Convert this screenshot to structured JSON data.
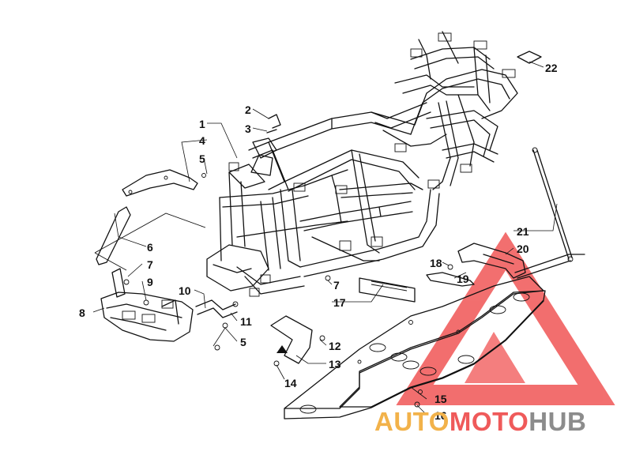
{
  "callouts": {
    "c1": "1",
    "c2": "2",
    "c3": "3",
    "c4": "4",
    "c5a": "5",
    "c5b": "5",
    "c6": "6",
    "c7a": "7",
    "c7b": "7",
    "c8": "8",
    "c9": "9",
    "c10": "10",
    "c11": "11",
    "c12": "12",
    "c13": "13",
    "c14": "14",
    "c15": "15",
    "c16": "16",
    "c17": "17",
    "c18": "18",
    "c19": "19",
    "c20": "20",
    "c21": "21",
    "c22": "22"
  },
  "watermark": {
    "part1": "AUTO",
    "part2": "MOTO",
    "part3": "HUB",
    "colors": {
      "auto": "#f2b24a",
      "moto": "#ef5a5a",
      "hub": "#8c8c8c",
      "logo": "#ef4b4b"
    }
  }
}
